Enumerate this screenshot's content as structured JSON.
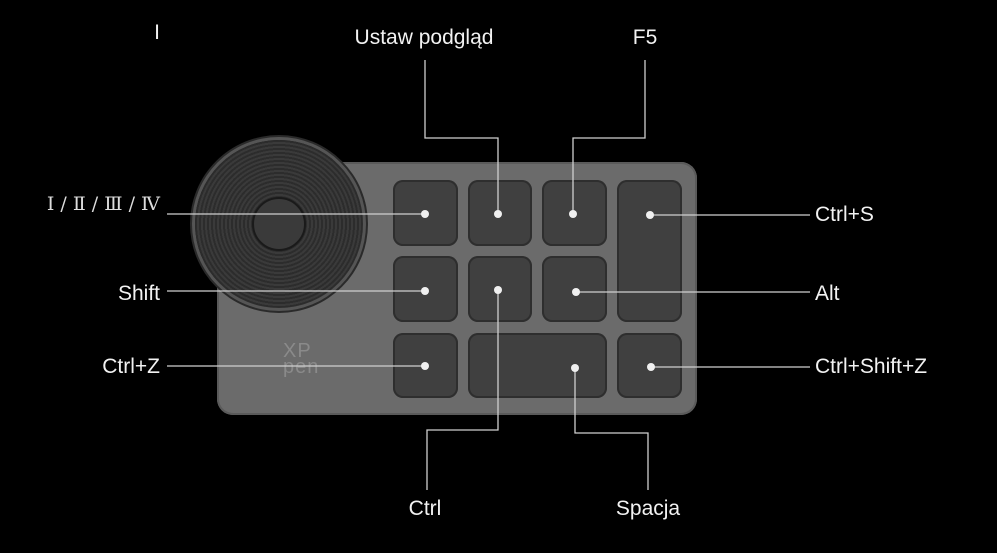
{
  "labels": {
    "top_left": "I",
    "top_middle": "Ustaw podgląd",
    "top_right": "F5",
    "dial": "Ⅰ / Ⅱ / Ⅲ / Ⅳ",
    "shift": "Shift",
    "ctrl_z": "Ctrl+Z",
    "ctrl_s": "Ctrl+S",
    "alt": "Alt",
    "ctrl_shift_z": "Ctrl+Shift+Z",
    "ctrl": "Ctrl",
    "spacja": "Spacja"
  },
  "device": {
    "logo_line1": "XP",
    "logo_line2": "pen"
  },
  "colors": {
    "background": "#000000",
    "device": "#6b6b6b",
    "key": "#404040",
    "leader": "#cfcfcf"
  }
}
